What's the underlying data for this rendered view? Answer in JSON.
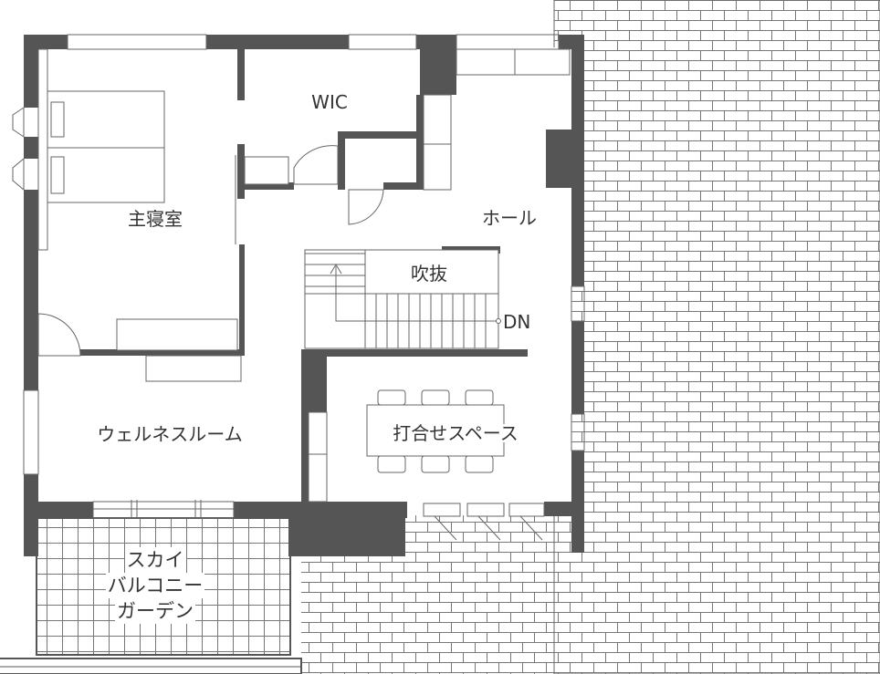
{
  "rooms": {
    "wic": "WIC",
    "master_bedroom": "主寝室",
    "hall": "ホール",
    "atrium": "吹抜",
    "stairs_down": "DN",
    "wellness_room": "ウェルネスルーム",
    "meeting_space": "打合せスペース",
    "sky_balcony": [
      "スカイ",
      "バルコニー",
      "ガーデン"
    ]
  },
  "colors": {
    "wall": "#555555",
    "line": "#666666",
    "text": "#333333",
    "background": "#ffffff"
  }
}
